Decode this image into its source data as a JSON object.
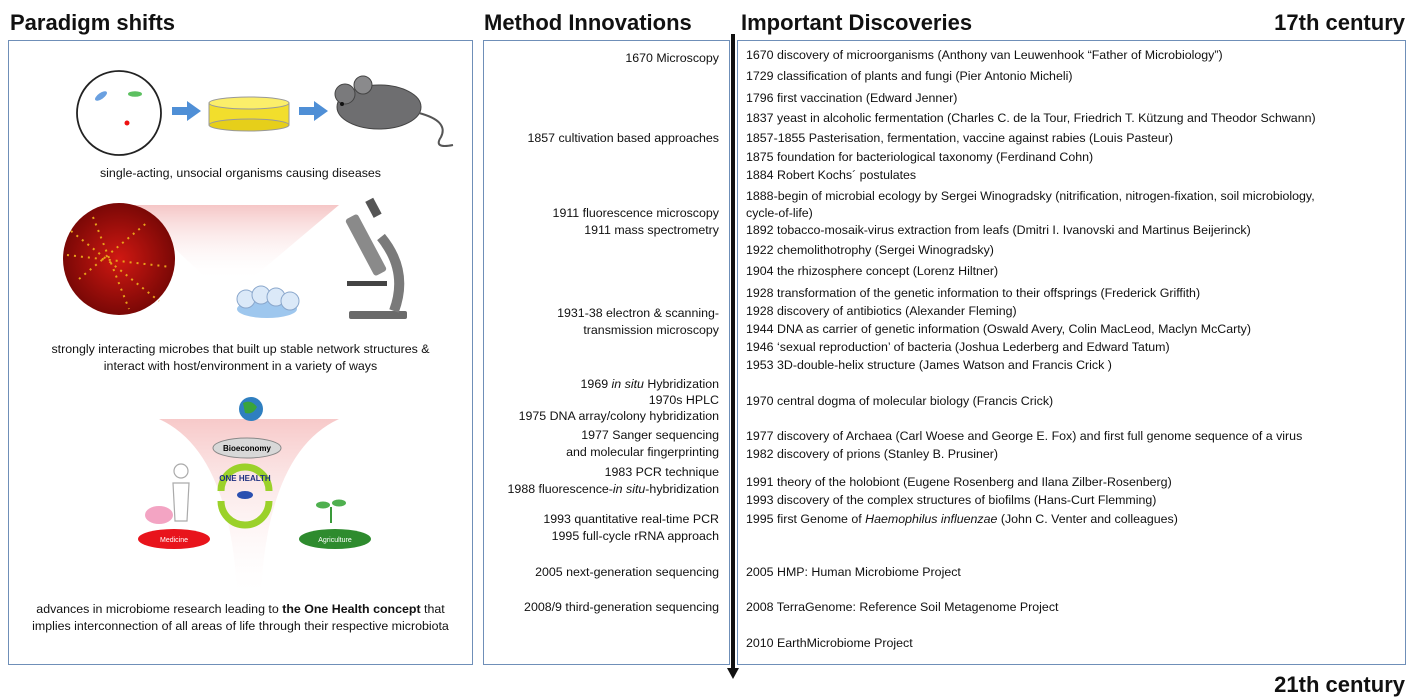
{
  "headings": {
    "paradigm_shifts": "Paradigm shifts",
    "method_innovations": "Method Innovations",
    "important_discoveries": "Important Discoveries",
    "start_century": "17th century",
    "end_century": "21th century"
  },
  "paradigm": {
    "caption1": "single-acting, unsocial organisms causing diseases",
    "caption2_line1": "strongly interacting microbes that built up stable network structures &",
    "caption2_line2": "interact with host/environment in a variety of ways",
    "caption3_pre": "advances in microbiome research leading to ",
    "caption3_bold": "the One Health concept",
    "caption3_post": " that implies interconnection of all areas of  life through their respective microbiota",
    "labels": {
      "bioeconomy": "Bioeconomy",
      "one_health": "ONE HEALTH",
      "medicine": "Medicine",
      "agriculture": "Agriculture"
    }
  },
  "methods": {
    "m1": "1670 Microscopy",
    "m2": "1857 cultivation based approaches",
    "m3": "1911 fluorescence microscopy",
    "m4": "1911 mass spectrometry",
    "m5": "1931-38 electron & scanning-",
    "m6": "transmission microscopy",
    "m7_year": "1969 ",
    "m7_italic": "in situ",
    "m7_rest": " Hybridization",
    "m8": "1970s HPLC",
    "m9": "1975 DNA array/colony hybridization",
    "m10": "1977 Sanger sequencing",
    "m11": "and molecular fingerprinting",
    "m12": "1983 PCR technique",
    "m13_pre": "1988 fluorescence-",
    "m13_italic": "in situ",
    "m13_post": "-hybridization",
    "m14": "1993 quantitative real-time PCR",
    "m15": "1995 full-cycle rRNA approach",
    "m16": "2005 next-generation sequencing",
    "m17": "2008/9 third-generation sequencing"
  },
  "discoveries": {
    "d1": "1670 discovery of microorganisms (Anthony van Leuwenhook “Father of Microbiology”)",
    "d2": "1729 classification of plants and fungi (Pier Antonio Micheli)",
    "d3": "1796 first vaccination (Edward Jenner)",
    "d4": "1837 yeast in alcoholic fermentation (Charles C. de la Tour, Friedrich T. Kützung and Theodor Schwann)",
    "d5": "1857-1855  Pasterisation, fermentation, vaccine against rabies (Louis Pasteur)",
    "d6": "1875 foundation for bacteriological taxonomy (Ferdinand Cohn)",
    "d7": "1884 Robert Kochs´ postulates",
    "d8a": "1888-begin of microbial ecology by Sergei Winogradsky (nitrification, nitrogen-fixation, soil microbiology,",
    "d8b": "cycle-of-life)",
    "d9": "1892 tobacco-mosaik-virus extraction from leafs (Dmitri I. Ivanovski and Martinus Beijerinck)",
    "d10": "1922 chemolithotrophy (Sergei Winogradsky)",
    "d11": "1904 the rhizosphere concept (Lorenz Hiltner)",
    "d12": "1928 transformation of the genetic information to their offsprings (Frederick Griffith)",
    "d13": "1928 discovery of antibiotics (Alexander Fleming)",
    "d14": "1944 DNA as carrier of genetic  information (Oswald Avery, Colin MacLeod, Maclyn McCarty)",
    "d15": "1946 ‘sexual reproduction’ of bacteria (Joshua Lederberg and Edward Tatum)",
    "d16": "1953 3D-double-helix structure (James Watson and Francis Crick )",
    "d17": "1970 central dogma of molecular biology (Francis Crick)",
    "d18": "1977 discovery of Archaea (Carl Woese and George E. Fox) and first full genome sequence of a virus",
    "d19": "1982 discovery of prions (Stanley B. Prusiner)",
    "d20": "1991  theory of the holobiont (Eugene Rosenberg and Ilana Zilber-Rosenberg)",
    "d21": "1993 discovery of the complex structures of biofilms (Hans-Curt Flemming)",
    "d22_pre": "1995 first Genome of ",
    "d22_italic": "Haemophilus influenzae",
    "d22_post": " (John C. Venter and colleagues)",
    "d23": "2005 HMP: Human Microbiome Project",
    "d24": "2008 TerraGenome: Reference Soil Metagenome Project",
    "d25": "2010 EarthMicrobiome Project"
  },
  "colors": {
    "frame": "#6f8fb8",
    "arrow_blue": "#4f8fd6",
    "medicine_red": "#e8141c",
    "agriculture_green": "#2e8b2e",
    "micrograph_red": "#b0100c"
  }
}
